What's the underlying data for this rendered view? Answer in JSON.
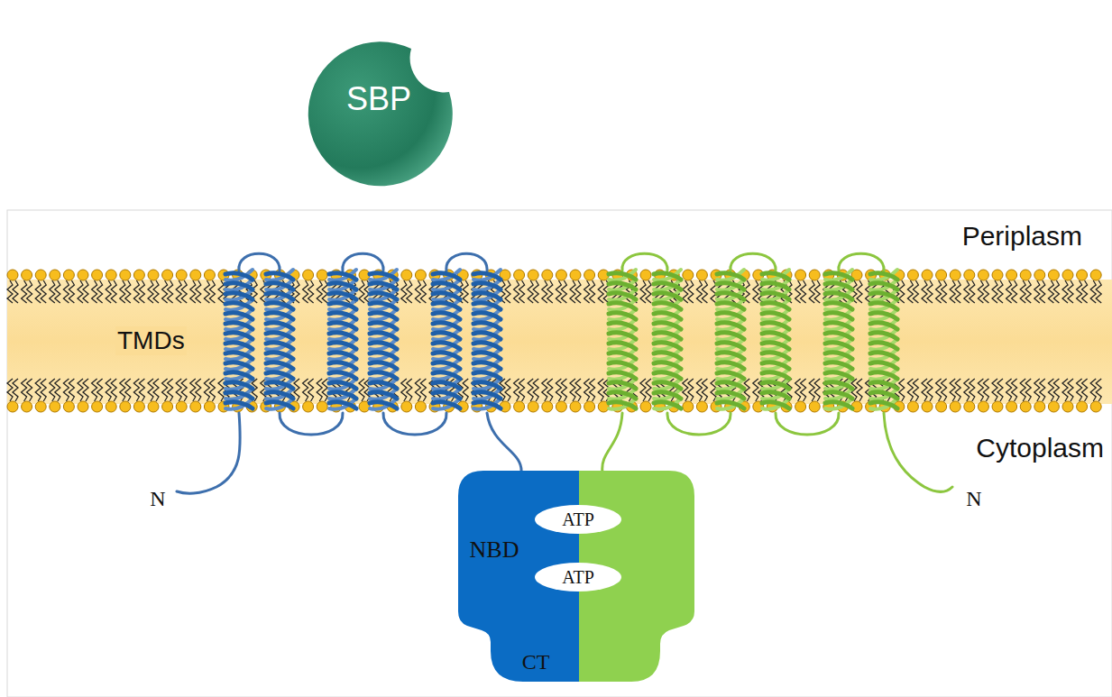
{
  "diagram": {
    "nodes": [
      {
        "text": [
          "SBP"
        ]
      },
      {
        "text": [
          "NBD",
          "CT"
        ]
      },
      {
        "text": [
          "ATP"
        ]
      },
      {
        "text": [
          "ATP"
        ]
      }
    ],
    "labels": [
      "Periplasm",
      "TMDs",
      "Cytoplasm",
      "N",
      "N"
    ]
  }
}
